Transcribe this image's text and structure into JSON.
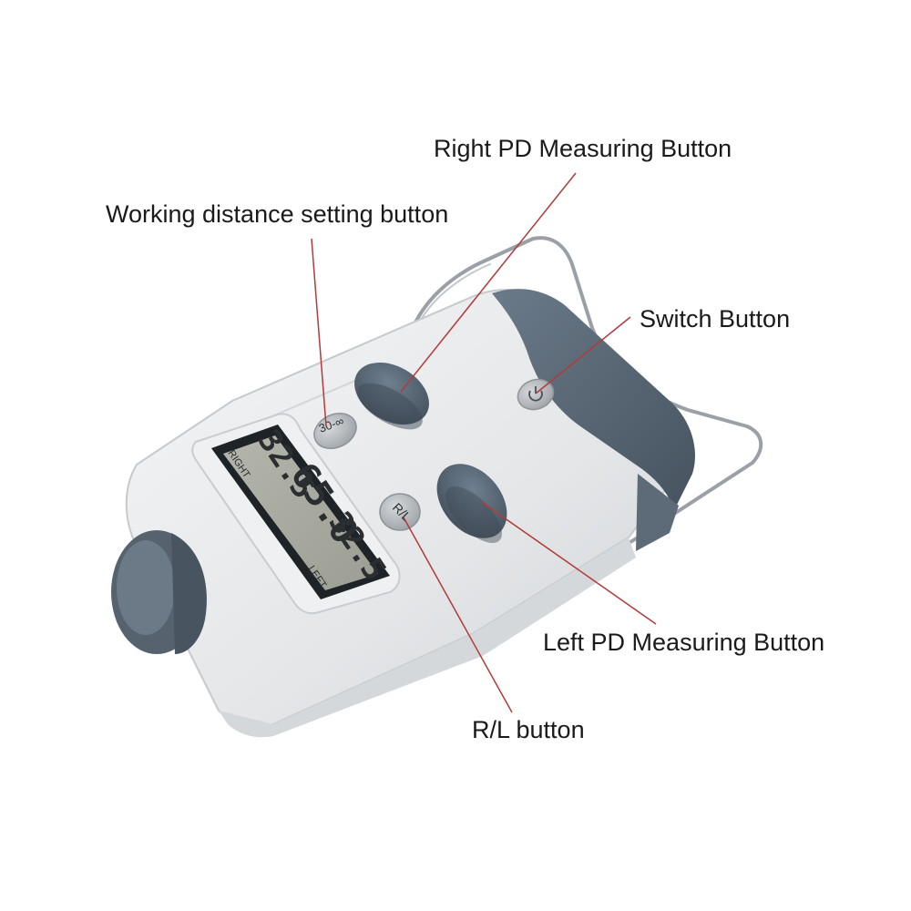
{
  "labels": {
    "right_pd": "Right PD Measuring Button",
    "working_distance": "Working distance setting button",
    "switch": "Switch Button",
    "left_pd": "Left PD Measuring Button",
    "rl": "R/L button"
  },
  "device": {
    "lcd_right_label": "RIGHT",
    "lcd_left_label": "LEFT",
    "lcd_right_value": "32.5",
    "lcd_total_value": "65.0",
    "lcd_left_value": "32.5",
    "distance_button_text": "30-∞",
    "rl_button_text": "R/L"
  },
  "colors": {
    "body": "#e9ebec",
    "accent": "#5a6a7a",
    "leader": "#b23a3a",
    "lcd": "#a9aaa0"
  },
  "icons": {
    "switch": "power-icon"
  }
}
